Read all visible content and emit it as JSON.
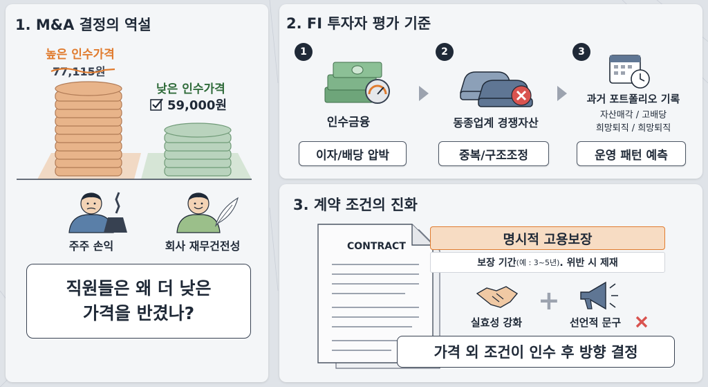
{
  "section1": {
    "title": "1. M&A 결정의 역설",
    "high_price_label": "높은 인수가격",
    "high_price_value": "77,115원",
    "low_price_label": "낮은 인수가격",
    "low_price_value": "59,000원",
    "shareholder_label": "주주 손익",
    "company_label": "회사 재무건전성",
    "question_line1": "직원들은 왜 더 낮은",
    "question_line2": "가격을 반겼나?"
  },
  "section2": {
    "title": "2. FI 투자자 평가 기준",
    "criteria": [
      {
        "num": "1",
        "title": "인수금융",
        "tag": "이자/배당 압박"
      },
      {
        "num": "2",
        "title": "동종업계 경쟁자산",
        "tag": "중복/구조조정"
      },
      {
        "num": "3",
        "title": "과거 포트폴리오 기록",
        "sub1": "자산매각 / 고배당",
        "sub2": "희망퇴직 / 희망퇴직",
        "tag": "운영 패턴 예측"
      }
    ]
  },
  "section3": {
    "title": "3. 계약 조건의 진화",
    "contract_label": "CONTRACT",
    "guarantee_title": "명시적 고용보장",
    "guarantee_detail_a": "보장 기간 ",
    "guarantee_detail_b": "(예 : 3~5년)",
    "guarantee_detail_c": ". 위반 시 제재",
    "effective_label": "실효성 강화",
    "plus": "+",
    "declarative_label": "선언적 문구",
    "conclusion": "가격 외 조건이 인수 후 방향 결정"
  },
  "colors": {
    "accent_orange": "#e07b2e",
    "accent_green": "#2f6b3a",
    "panel_bg": "#f4f6f8",
    "gold_coin": "#e8b48a",
    "green_coin": "#b9d3bd",
    "x_red": "#d9534f"
  },
  "icons": [
    "money-stack-icon",
    "gauge-icon",
    "cars-icon",
    "x-icon",
    "calendar-clock-icon",
    "checkbox-icon",
    "chain-weight-icon",
    "feather-icon",
    "document-icon",
    "handshake-icon",
    "megaphone-icon"
  ]
}
